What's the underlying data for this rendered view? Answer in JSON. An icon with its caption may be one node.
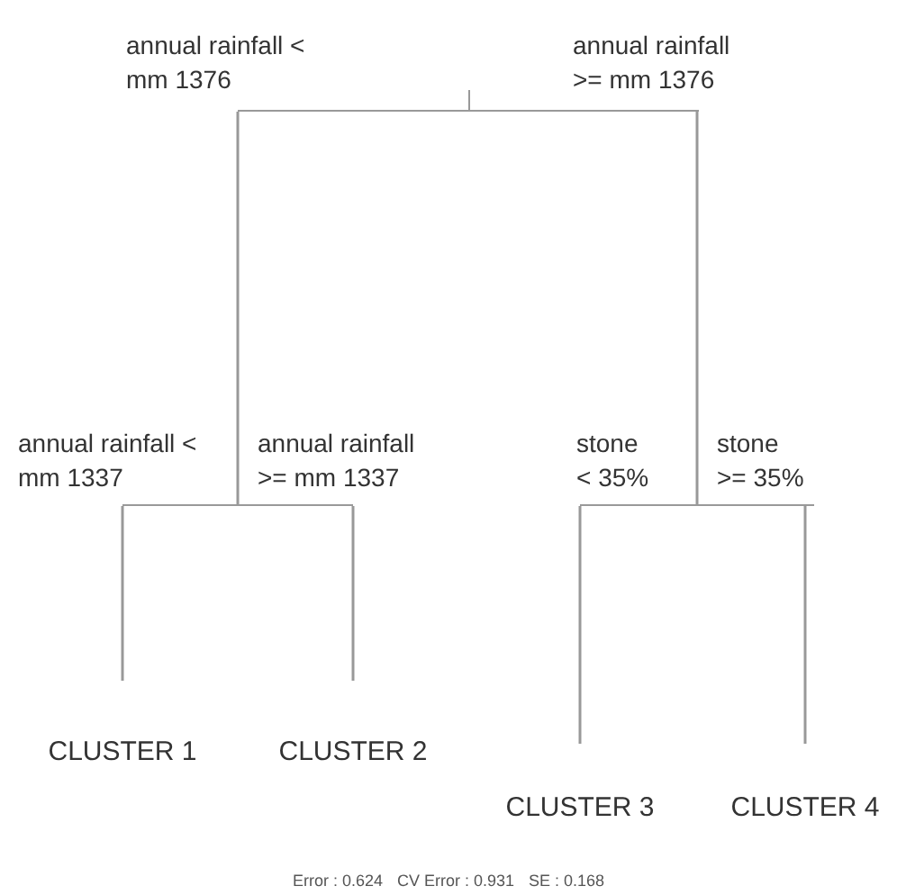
{
  "diagram": {
    "nodes": [
      {
        "text": [],
        "shape": "bar"
      },
      {
        "text": [],
        "shape": "bar"
      },
      {
        "text": [],
        "shape": "bar"
      },
      {
        "text": [
          "CLUSTER 1"
        ]
      },
      {
        "text": [
          "CLUSTER 2"
        ]
      },
      {
        "text": [
          "CLUSTER 3"
        ]
      },
      {
        "text": [
          "CLUSTER 4"
        ]
      }
    ],
    "edges": [
      {
        "from": 0,
        "to": 1,
        "arrow": "none",
        "label": "annual rainfall < mm 1376"
      },
      {
        "from": 0,
        "to": 2,
        "arrow": "none",
        "label": "annual rainfall >= mm 1376"
      },
      {
        "from": 1,
        "to": 3,
        "arrow": "none",
        "label": "annual rainfall < mm 1337"
      },
      {
        "from": 1,
        "to": 4,
        "arrow": "none",
        "label": "annual rainfall >= mm 1337"
      },
      {
        "from": 2,
        "to": 5,
        "arrow": "none",
        "label": "stone < 35%"
      },
      {
        "from": 2,
        "to": 6,
        "arrow": "none",
        "label": "stone >= 35%"
      }
    ],
    "labels": [
      "Error : 0.624",
      "CV Error : 0.931",
      "SE : 0.168"
    ]
  }
}
